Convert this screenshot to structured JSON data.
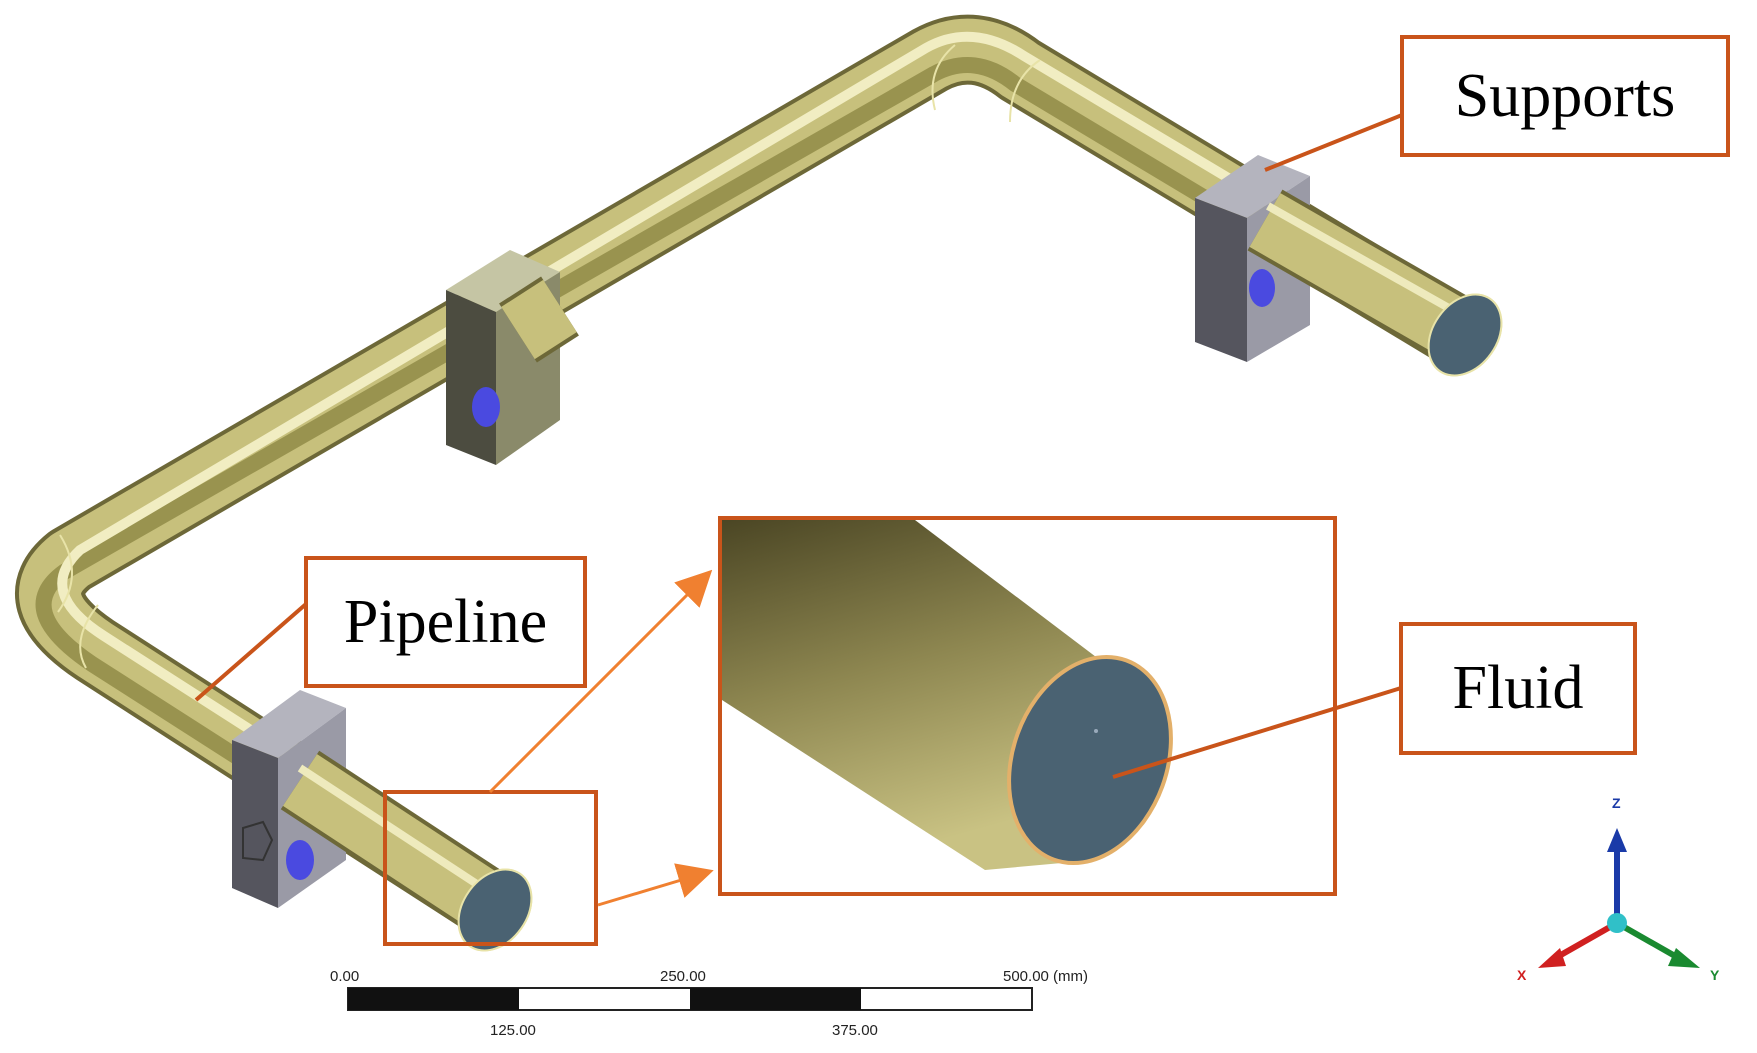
{
  "labels": {
    "supports": "Supports",
    "pipeline": "Pipeline",
    "fluid": "Fluid"
  },
  "scale_bar": {
    "top_ticks": [
      "0.00",
      "250.00",
      "500.00 (mm)"
    ],
    "bottom_ticks": [
      "125.00",
      "375.00"
    ]
  },
  "triad": {
    "z": "Z",
    "x": "X",
    "y": "Y"
  },
  "colors": {
    "pipe": "#c2bc74",
    "pipe_end": "#4a6272",
    "support": "#9a9aa6",
    "hole": "#4a4ae0",
    "callout": "#c9541a",
    "callout_arrow": "#f08030",
    "axis_z": "#1a3aa8",
    "axis_x": "#d02020",
    "axis_y": "#1a8a30",
    "axis_center": "#30c0c8"
  }
}
